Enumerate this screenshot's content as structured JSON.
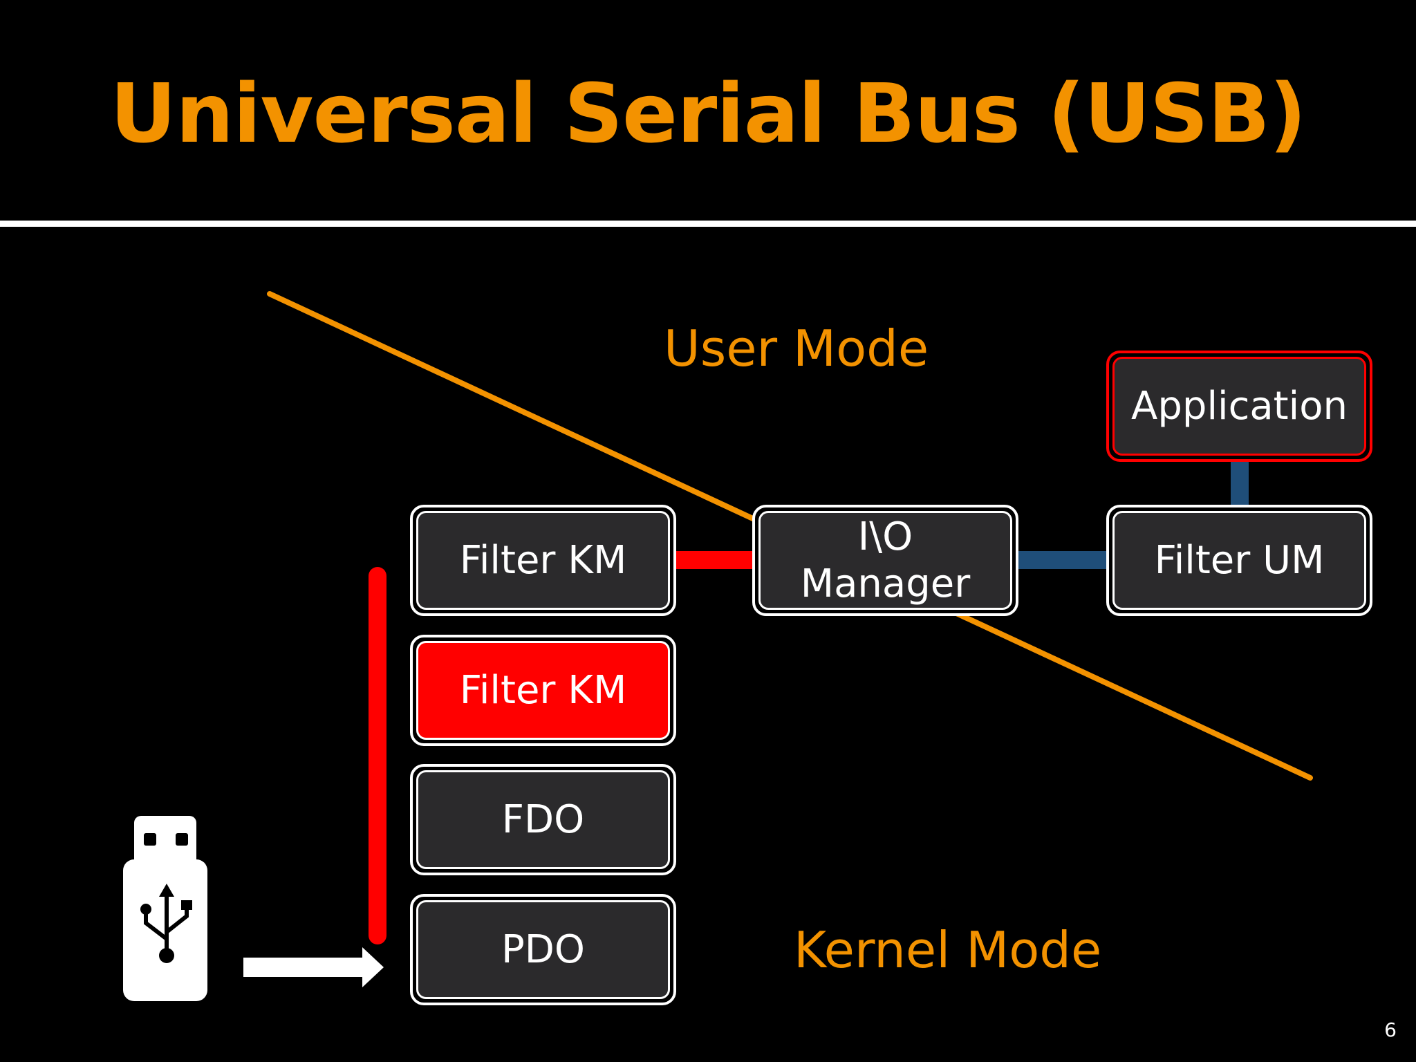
{
  "slide": {
    "title": "Universal Serial Bus (USB)",
    "page_number": "6"
  },
  "labels": {
    "user_mode": "User Mode",
    "kernel_mode": "Kernel Mode"
  },
  "boxes": {
    "filter_km_top": "Filter KM",
    "filter_km_red": "Filter KM",
    "fdo": "FDO",
    "pdo": "PDO",
    "io_manager_line1": "I\\O",
    "io_manager_line2": "Manager",
    "filter_um": "Filter UM",
    "application": "Application"
  },
  "icons": {
    "usb_drive": "usb-flash-drive-icon",
    "arrow": "right-arrow-icon"
  },
  "colors": {
    "title": "#f39200",
    "mode_label": "#f39200",
    "boundary_line": "#f39200",
    "red_connector": "#ff0000",
    "blue_connector": "#1f4e79",
    "box_fill": "#2b2a2c",
    "highlight_fill": "#ff0000"
  }
}
